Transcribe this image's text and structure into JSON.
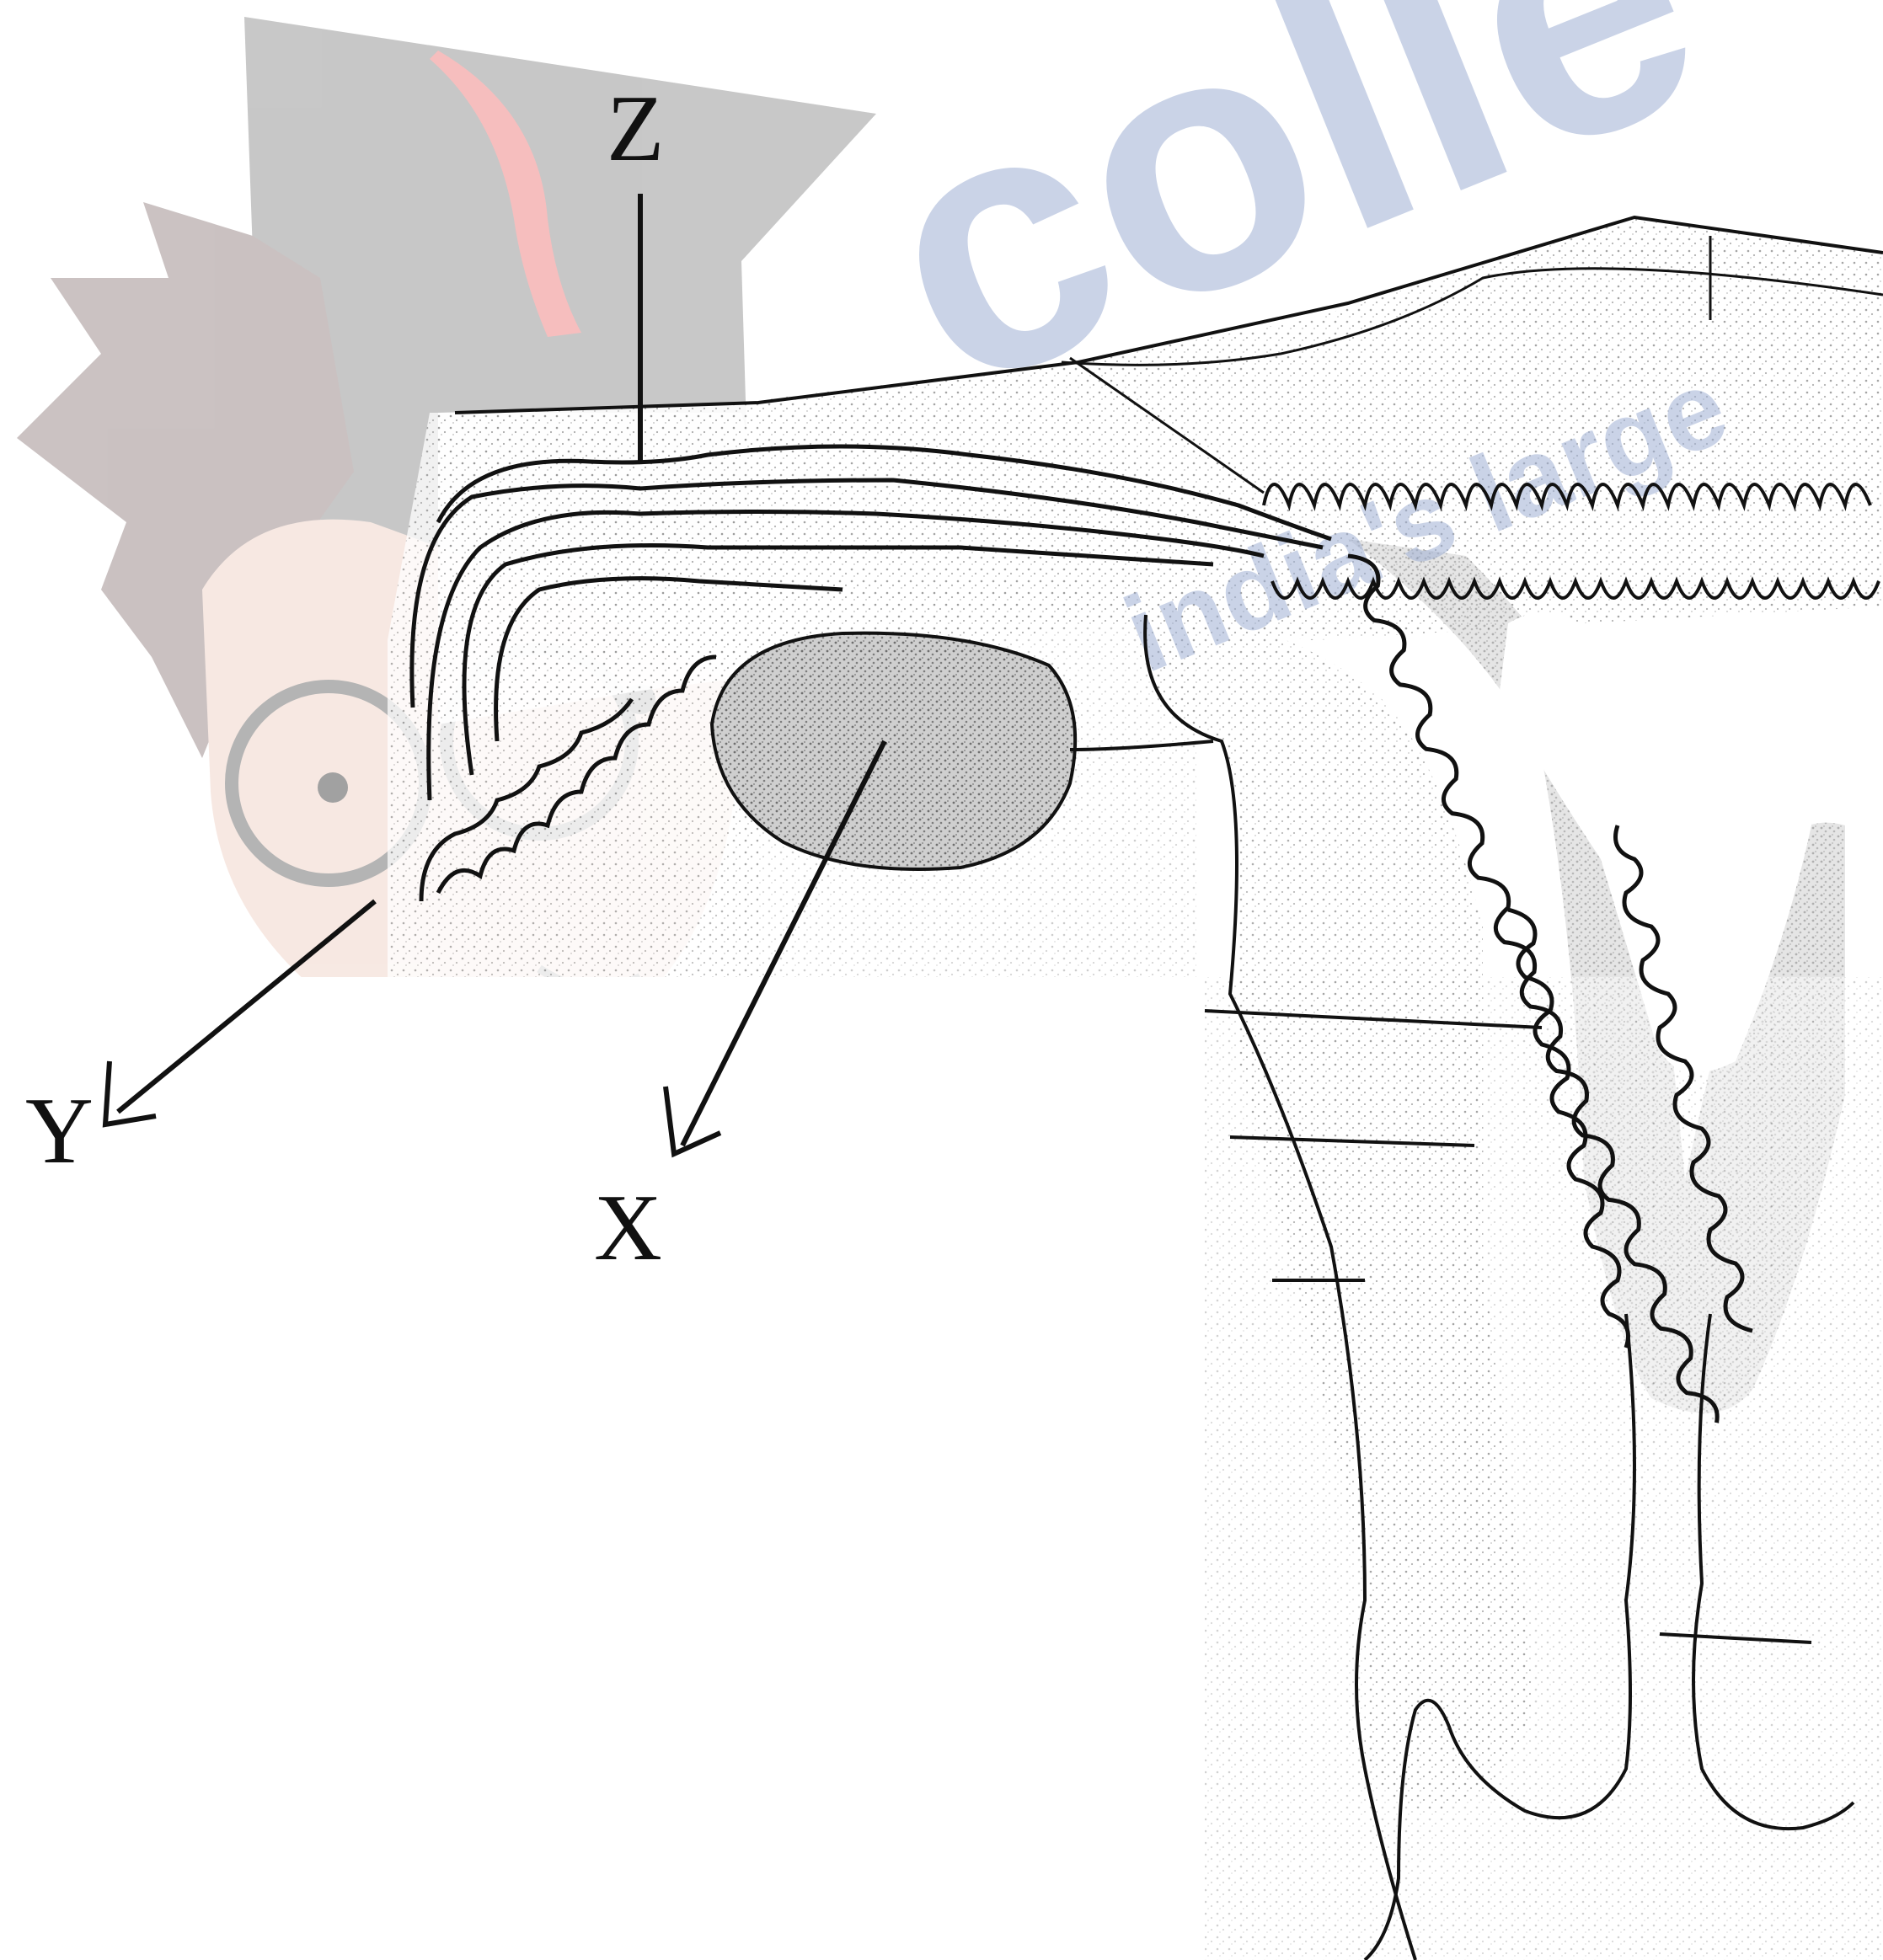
{
  "labels": {
    "z": "Z",
    "y": "Y",
    "x": "X"
  },
  "watermark": {
    "word_large": "colle",
    "word_small": "india's large",
    "color": "#9fb0d4"
  },
  "colors": {
    "line": "#111111",
    "stipple": "#b8b8b8",
    "gland_dark": "#7a7a7a",
    "mascot_gray": "#9a9a9a",
    "mascot_skin": "#f1d7cc",
    "mascot_red": "#f08a8a"
  }
}
